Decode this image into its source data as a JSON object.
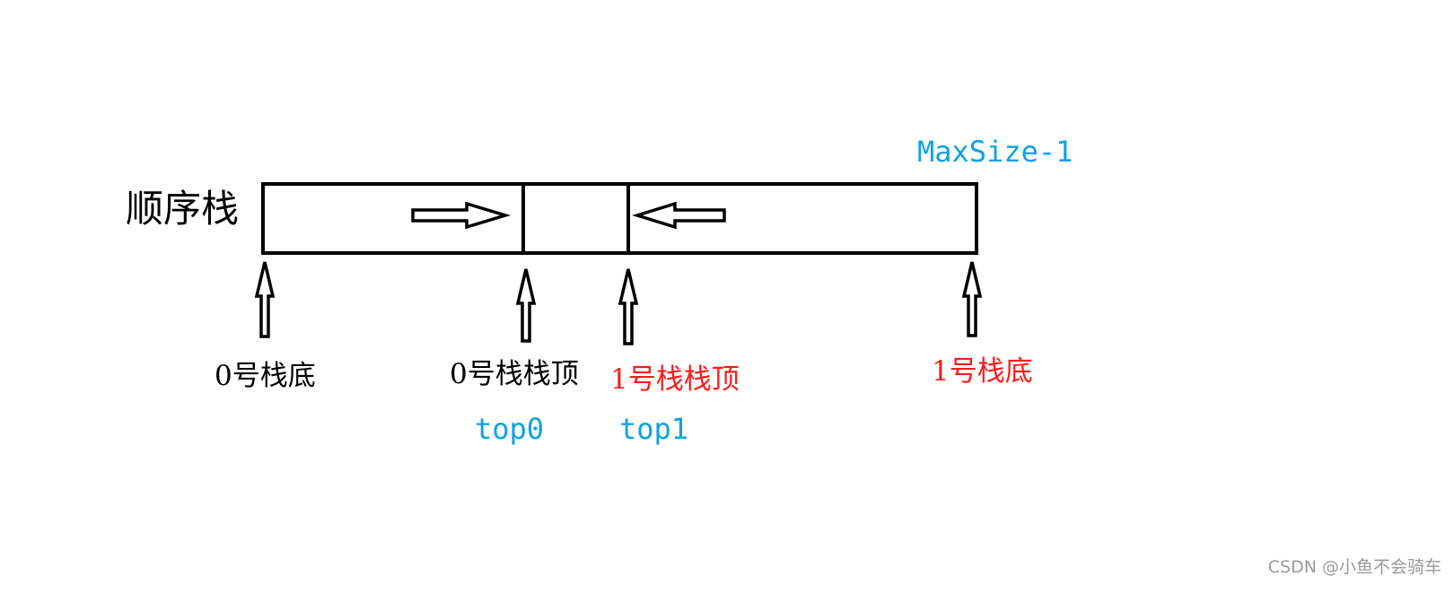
{
  "title": "顺序栈",
  "max_index_label": "MaxSize-1",
  "bottom0_label": "0号栈底",
  "top0_label": "0号栈栈顶",
  "top1_label": "1号栈栈顶",
  "bottom1_label": "1号栈底",
  "top0_var": "top0",
  "top1_var": "top1",
  "watermark": "CSDN @小鱼不会骑车",
  "colors": {
    "outline": "#000000",
    "var_text": "#0aa3e6",
    "stack1_text": "#ff1a1a",
    "stack0_text": "#000000"
  }
}
